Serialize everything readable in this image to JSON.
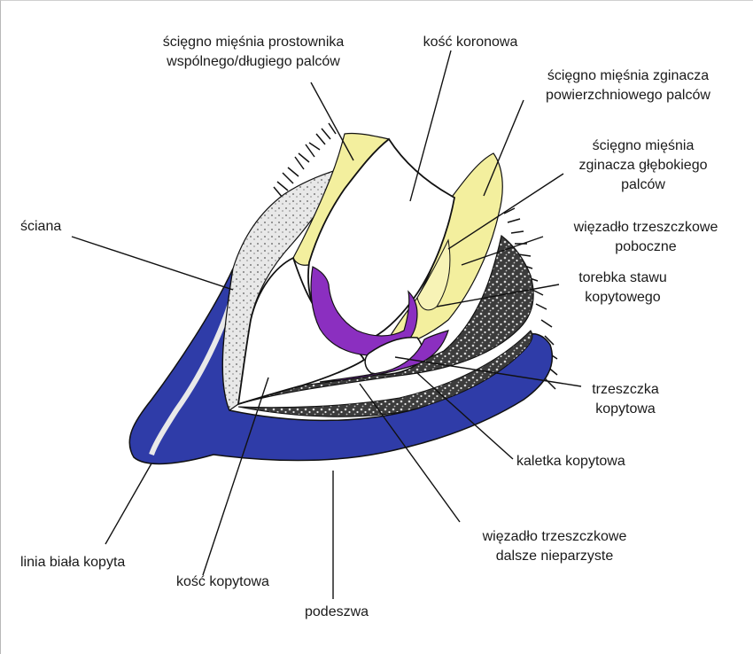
{
  "colors": {
    "hoof_wall": "#2f3ca8",
    "tendon": "#f3ef9e",
    "synovial": "#8b2fc0",
    "spongy_tissue": "#6c6c6c",
    "bone": "#ffffff",
    "outline": "#111111"
  },
  "labels": {
    "extensor_tendon": "ścięgno mięśnia prostownika\nwspólnego/długiego palców",
    "coronary_bone": "kość koronowa",
    "superficial_flexor": "ścięgno mięśnia zginacza\npowierzchniowego palców",
    "deep_flexor": "ścięgno mięśnia\nzginacza głębokiego\npalców",
    "collateral_ligament": "więzadło trzeszczkowe\npoboczne",
    "joint_capsule": "torebka stawu\nkopytowego",
    "navicular_bone": "trzeszczka\nkopytowa",
    "navicular_bursa": "kaletka kopytowa",
    "distal_ligament": "więzadło trzeszczkowe\ndalsze nieparzyste",
    "wall": "ściana",
    "white_line": "linia biała kopyta",
    "coffin_bone": "kość kopytowa",
    "sole": "podeszwa"
  }
}
